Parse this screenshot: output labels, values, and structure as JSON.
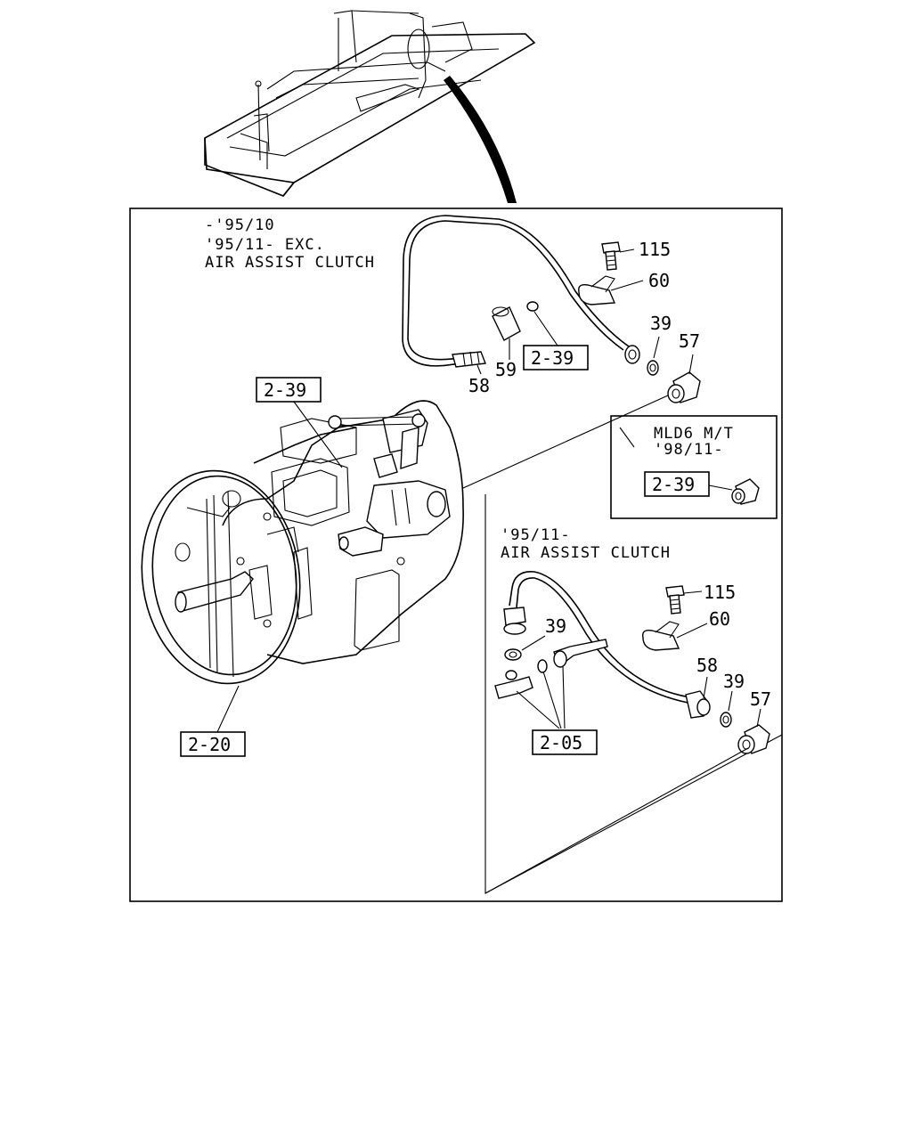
{
  "notes": {
    "upper_line1": "-'95/10",
    "upper_line2": "'95/11- EXC.",
    "upper_line3": "AIR ASSIST CLUTCH",
    "mld_line1": "MLD6 M/T",
    "mld_line2": "'98/11-",
    "lower_line1": "'95/11-",
    "lower_line2": "AIR ASSIST CLUTCH"
  },
  "refs": {
    "ref_upper_hose": "2-39",
    "ref_shift": "2-39",
    "ref_mld": "2-39",
    "ref_trans": "2-20",
    "ref_fittings": "2-05"
  },
  "parts": {
    "u_115": "115",
    "u_60": "60",
    "u_39": "39",
    "u_57": "57",
    "u_58": "58",
    "u_59": "59",
    "l_115": "115",
    "l_60": "60",
    "l_58": "58",
    "l_39a": "39",
    "l_39b": "39",
    "l_57": "57"
  }
}
